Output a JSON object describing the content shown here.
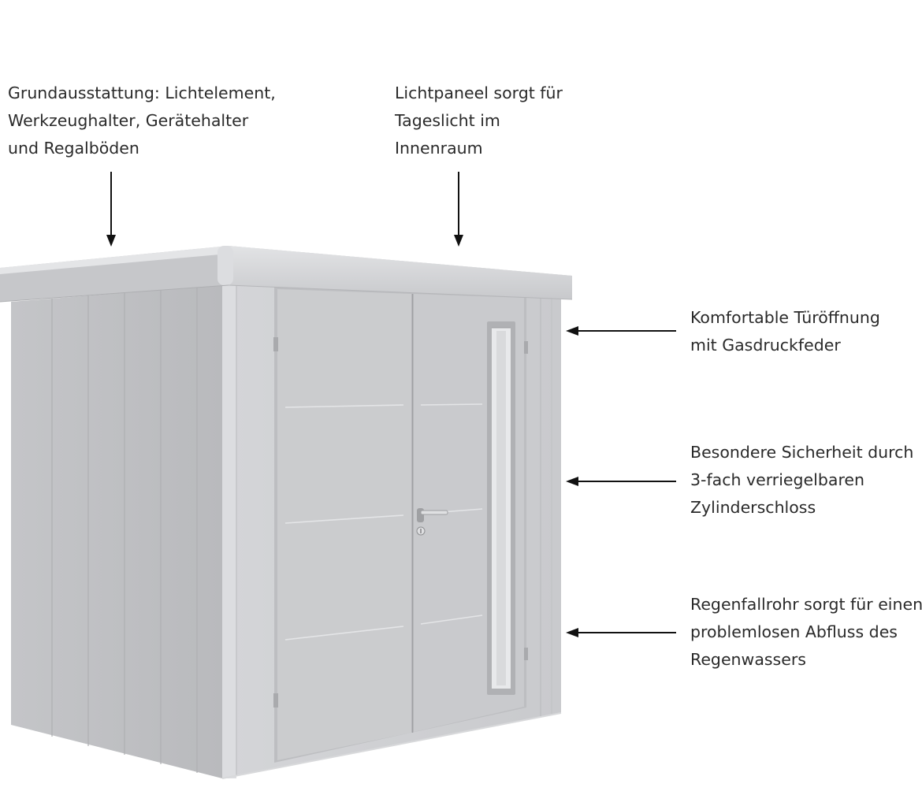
{
  "annotations": [
    {
      "id": "equipment",
      "lines": [
        "Grundausstattung: Lichtelement,",
        "Werkzeughalter, Gerätehalter",
        "und Regalböden"
      ]
    },
    {
      "id": "lightpanel",
      "lines": [
        "Lichtpaneel sorgt für",
        "Tageslicht im",
        "Innenraum"
      ]
    },
    {
      "id": "door",
      "lines": [
        "Komfortable Türöffnung",
        "mit Gasdruckfeder"
      ]
    },
    {
      "id": "security",
      "lines": [
        "Besondere Sicherheit durch",
        "3-fach verriegelbaren",
        "Zylinderschloss"
      ]
    },
    {
      "id": "downpipe",
      "lines": [
        "Regenfallrohr sorgt für einen",
        "problemlosen Abfluss des",
        "Regenwassers"
      ]
    }
  ],
  "colors": {
    "shed_front": "#cfd0d3",
    "shed_side": "#bfc0c3",
    "roof": "#d7d8db",
    "door": "#c8c9cc",
    "arrow": "#111111"
  }
}
